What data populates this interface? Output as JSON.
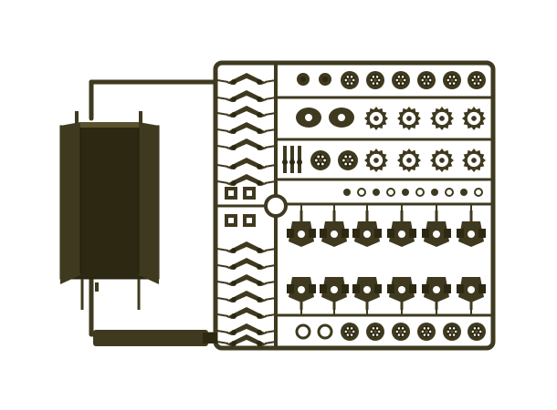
{
  "figure": {
    "background": "#ffffff",
    "colors": {
      "plastic": "#3f3a1f",
      "plastic_dark": "#2c2812",
      "plastic_light": "#5a5330",
      "hole": "#ffffff"
    },
    "parts": {
      "upper_wheels": 6,
      "sprockets_row1": 4,
      "sprockets_row2": 4,
      "spoked_wheels": 2,
      "small_bits": 10,
      "bogies_upper": 6,
      "bogies_lower": 6,
      "lower_wheels": 6,
      "suspension_arms": 16
    }
  }
}
